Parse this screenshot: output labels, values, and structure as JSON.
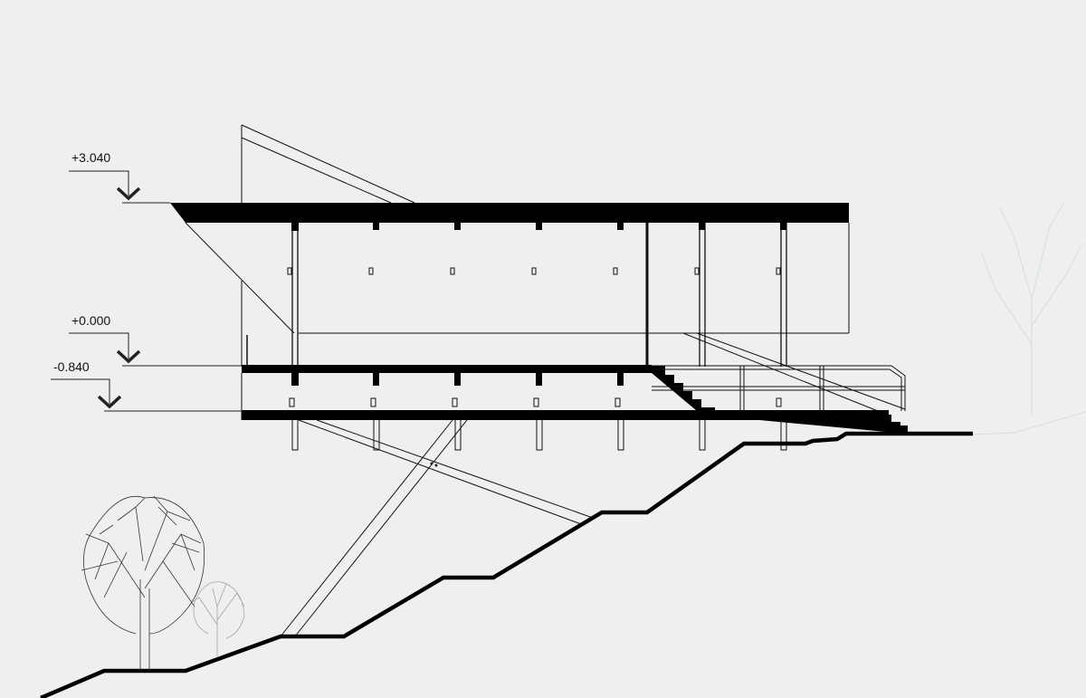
{
  "drawing": {
    "type": "architectural-section",
    "levels": [
      {
        "label": "+3.040"
      },
      {
        "label": "+0.000"
      },
      {
        "label": "-0.840"
      }
    ]
  }
}
